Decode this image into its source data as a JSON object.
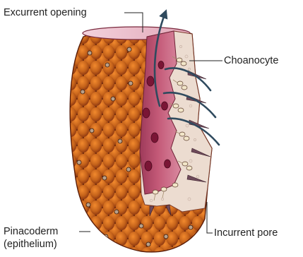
{
  "labels": {
    "excurrent_opening": "Excurrent opening",
    "choanocyte": "Choanocyte",
    "pinacoderm": "Pinacoderm",
    "pinacoderm_sub": "(epithelium)",
    "incurrent_pore": "Incurrent pore"
  },
  "colors": {
    "cell_fill": "#c4621a",
    "cell_outline": "#5a1d08",
    "lumen": "#c45a78",
    "mesohyl": "#ecdcd0",
    "flow_arrow": "#2f4a5e"
  }
}
